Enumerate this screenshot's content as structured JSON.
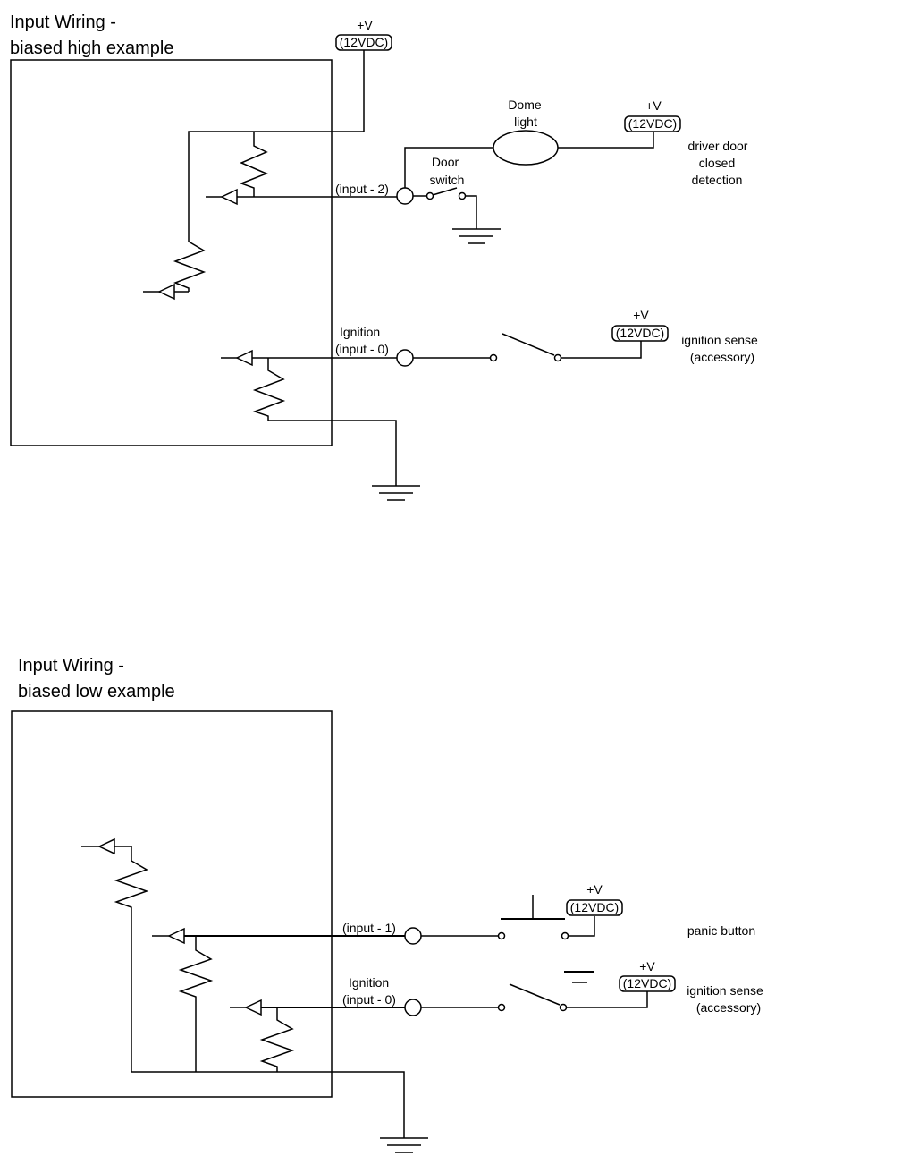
{
  "top": {
    "title_line1": "Input Wiring -",
    "title_line2": "biased high example",
    "supply_v": "+V",
    "supply_12": "(12VDC)",
    "dome_light_line1": "Dome",
    "dome_light_line2": "light",
    "dome_supply_v": "+V",
    "dome_supply_12": "(12VDC)",
    "driver_line1": "driver door",
    "driver_line2": "closed",
    "driver_line3": "detection",
    "door_switch_line1": "Door",
    "door_switch_line2": "switch",
    "input2_label": "(input - 2)",
    "ignition_label": "Ignition",
    "input0_label": "(input - 0)",
    "ign_supply_v": "+V",
    "ign_supply_12": "(12VDC)",
    "ign_sense_line1": "ignition sense",
    "ign_sense_line2": "(accessory)"
  },
  "bottom": {
    "title_line1": "Input Wiring -",
    "title_line2": "biased low example",
    "input1_label": "(input - 1)",
    "panic_supply_v": "+V",
    "panic_supply_12": "(12VDC)",
    "panic_label": "panic button",
    "ignition_label": "Ignition",
    "input0_label": "(input - 0)",
    "ign_supply_v": "+V",
    "ign_supply_12": "(12VDC)",
    "ign_sense_line1": "ignition sense",
    "ign_sense_line2": "(accessory)"
  }
}
